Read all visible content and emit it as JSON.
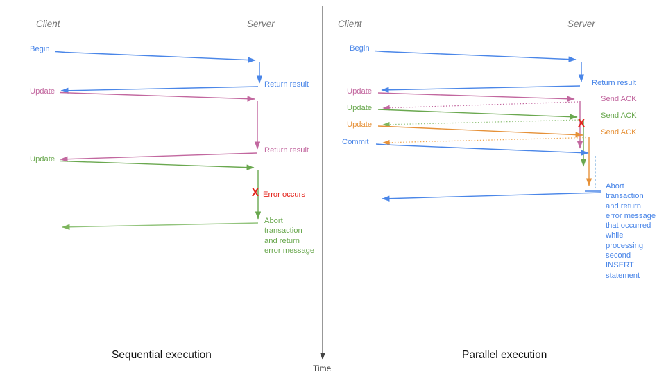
{
  "colors": {
    "blue": "#4a86e8",
    "pink": "#c2679f",
    "green": "#6aa84f",
    "light_green": "#93c47d",
    "orange": "#e69138",
    "red": "#e32119",
    "header_gray": "#757575",
    "axis_gray": "#444444"
  },
  "time_axis": {
    "label": "Time"
  },
  "left_panel": {
    "title": "Sequential execution",
    "client_header": "Client",
    "server_header": "Server",
    "client_labels": {
      "begin": "Begin",
      "update1": "Update",
      "update2": "Update"
    },
    "server_labels": {
      "return1": "Return result",
      "return2": "Return result"
    },
    "error": {
      "mark": "X",
      "label": "Error occurs"
    },
    "abort_lines": [
      "Abort",
      "transaction",
      "and return",
      "error message"
    ]
  },
  "right_panel": {
    "title": "Parallel execution",
    "client_header": "Client",
    "server_header": "Server",
    "client_labels": {
      "begin": "Begin",
      "update1": "Update",
      "update2": "Update",
      "update3": "Update",
      "commit": "Commit"
    },
    "server_labels": {
      "return1": "Return result",
      "ack1": "Send ACK",
      "ack2": "Send ACK",
      "ack3": "Send ACK"
    },
    "error": {
      "mark": "X"
    },
    "abort_lines": [
      "Abort",
      "transaction",
      "and return",
      "error message",
      "that occurred",
      "while",
      "processing",
      "second",
      "INSERT",
      "statement"
    ]
  }
}
